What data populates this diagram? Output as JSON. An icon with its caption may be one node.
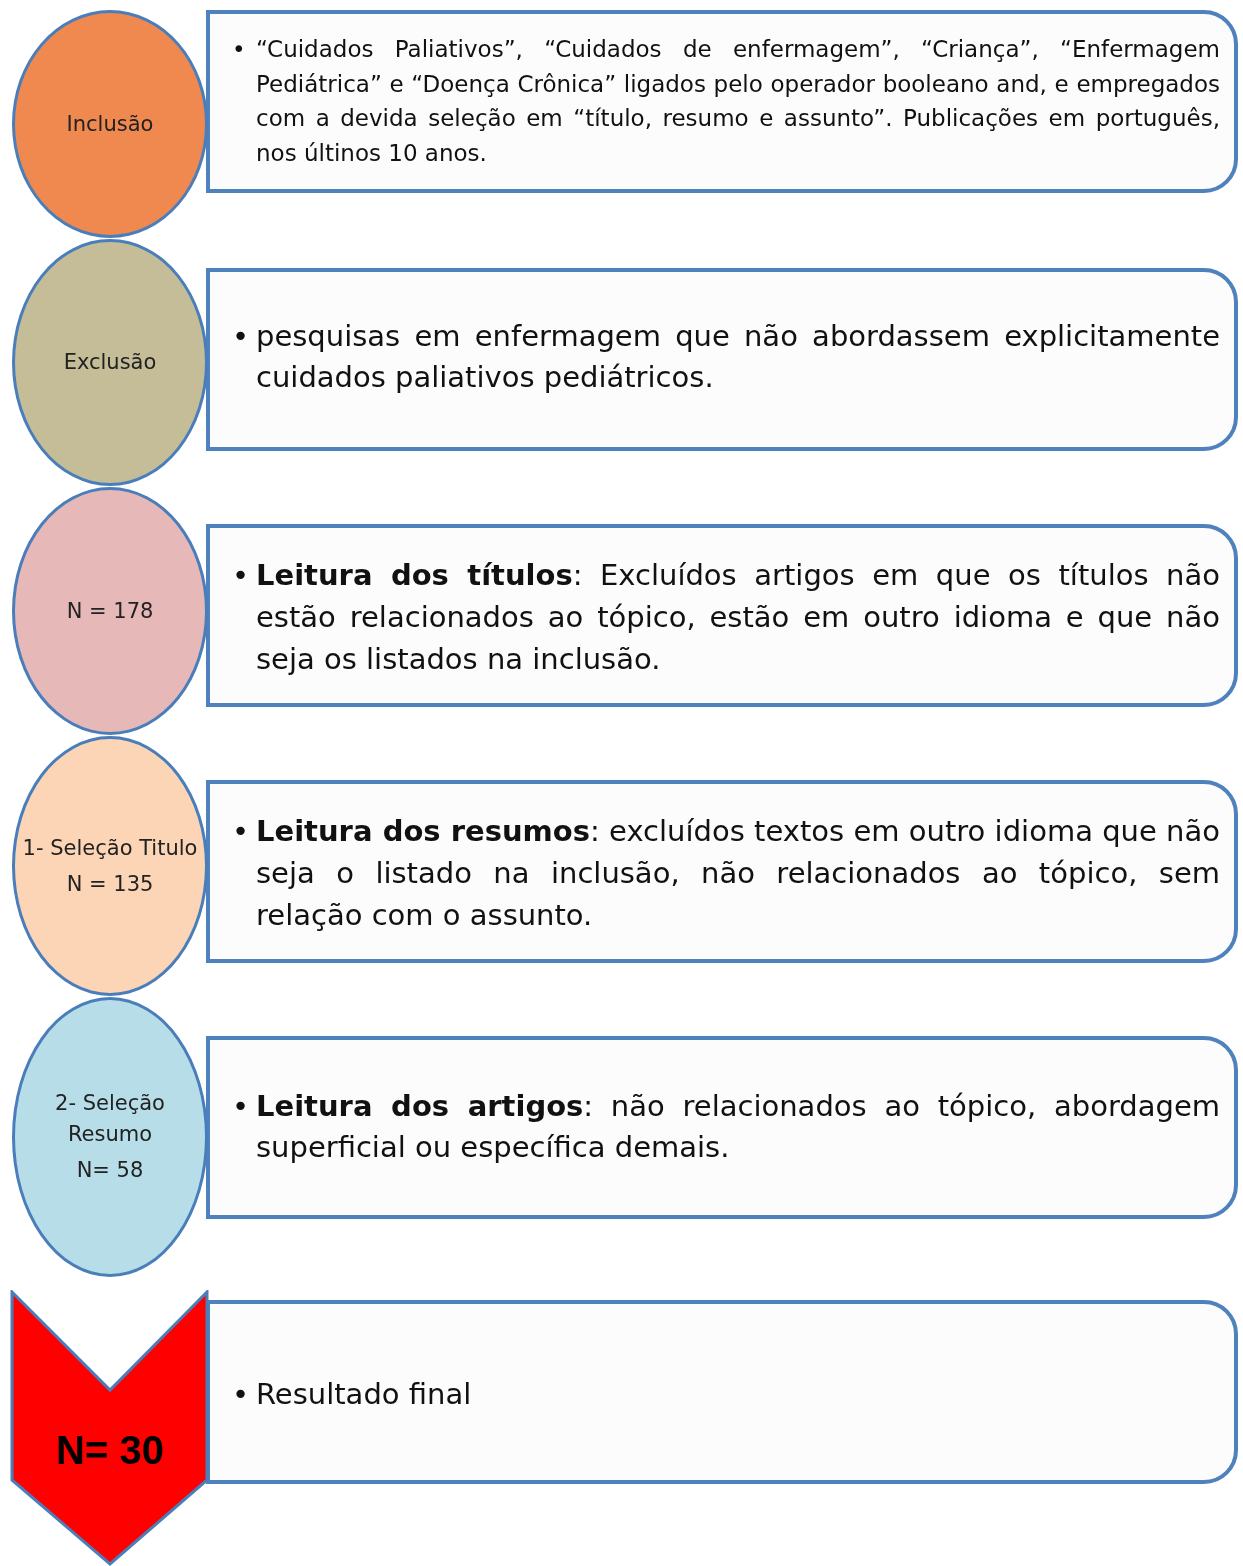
{
  "diagram": {
    "nodes": [
      {
        "text": [
          "Inclusão"
        ]
      },
      {
        "text": [
          "•",
          "“Cuidados Paliativos”, “Cuidados de enfermagem”, “Criança”, “Enfermagem Pediátrica” e “Doença Crônica” ligados pelo operador booleano and, e empregados com a devida seleção em “título, resumo e assunto”. Publicações em português, nos últinos 10 anos."
        ]
      },
      {
        "text": [
          "Exclusão"
        ]
      },
      {
        "text": [
          "•",
          "pesquisas em enfermagem que não abordassem explicitamente cuidados paliativos pediátricos."
        ]
      },
      {
        "text": [
          "N = 178"
        ]
      },
      {
        "text": [
          "•",
          "**Leitura dos títulos**: Excluídos artigos em que os títulos não estão relacionados ao tópico, estão em outro idioma e que não seja os listados na inclusão."
        ]
      },
      {
        "text": [
          "1- Seleção Titulo",
          "N = 135"
        ]
      },
      {
        "text": [
          "•",
          "**Leitura dos resumos**: excluídos textos em outro idioma que não seja o listado na inclusão, não relacionados ao tópico, sem relação com o assunto."
        ]
      },
      {
        "text": [
          "2- Seleção Resumo",
          "N= 58"
        ]
      },
      {
        "text": [
          "•",
          "**Leitura dos artigos**: não relacionados ao tópico, abordagem superficial ou específica demais."
        ]
      },
      {
        "text": [
          "N= 30"
        ]
      },
      {
        "text": [
          "•",
          "Resultado final"
        ]
      }
    ]
  }
}
